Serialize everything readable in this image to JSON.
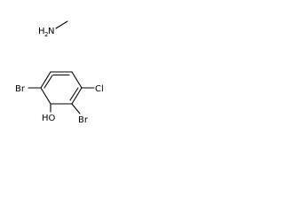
{
  "molecules": {
    "methylamine": {
      "nitrogen_symbol": "H",
      "nitrogen_subscript": "2",
      "nitrogen_atom": "N"
    },
    "phenol": {
      "substituents": {
        "bromo_left": "Br",
        "chloro_right": "Cl",
        "hydroxyl": "HO",
        "bromo_bottom": "Br"
      }
    }
  }
}
